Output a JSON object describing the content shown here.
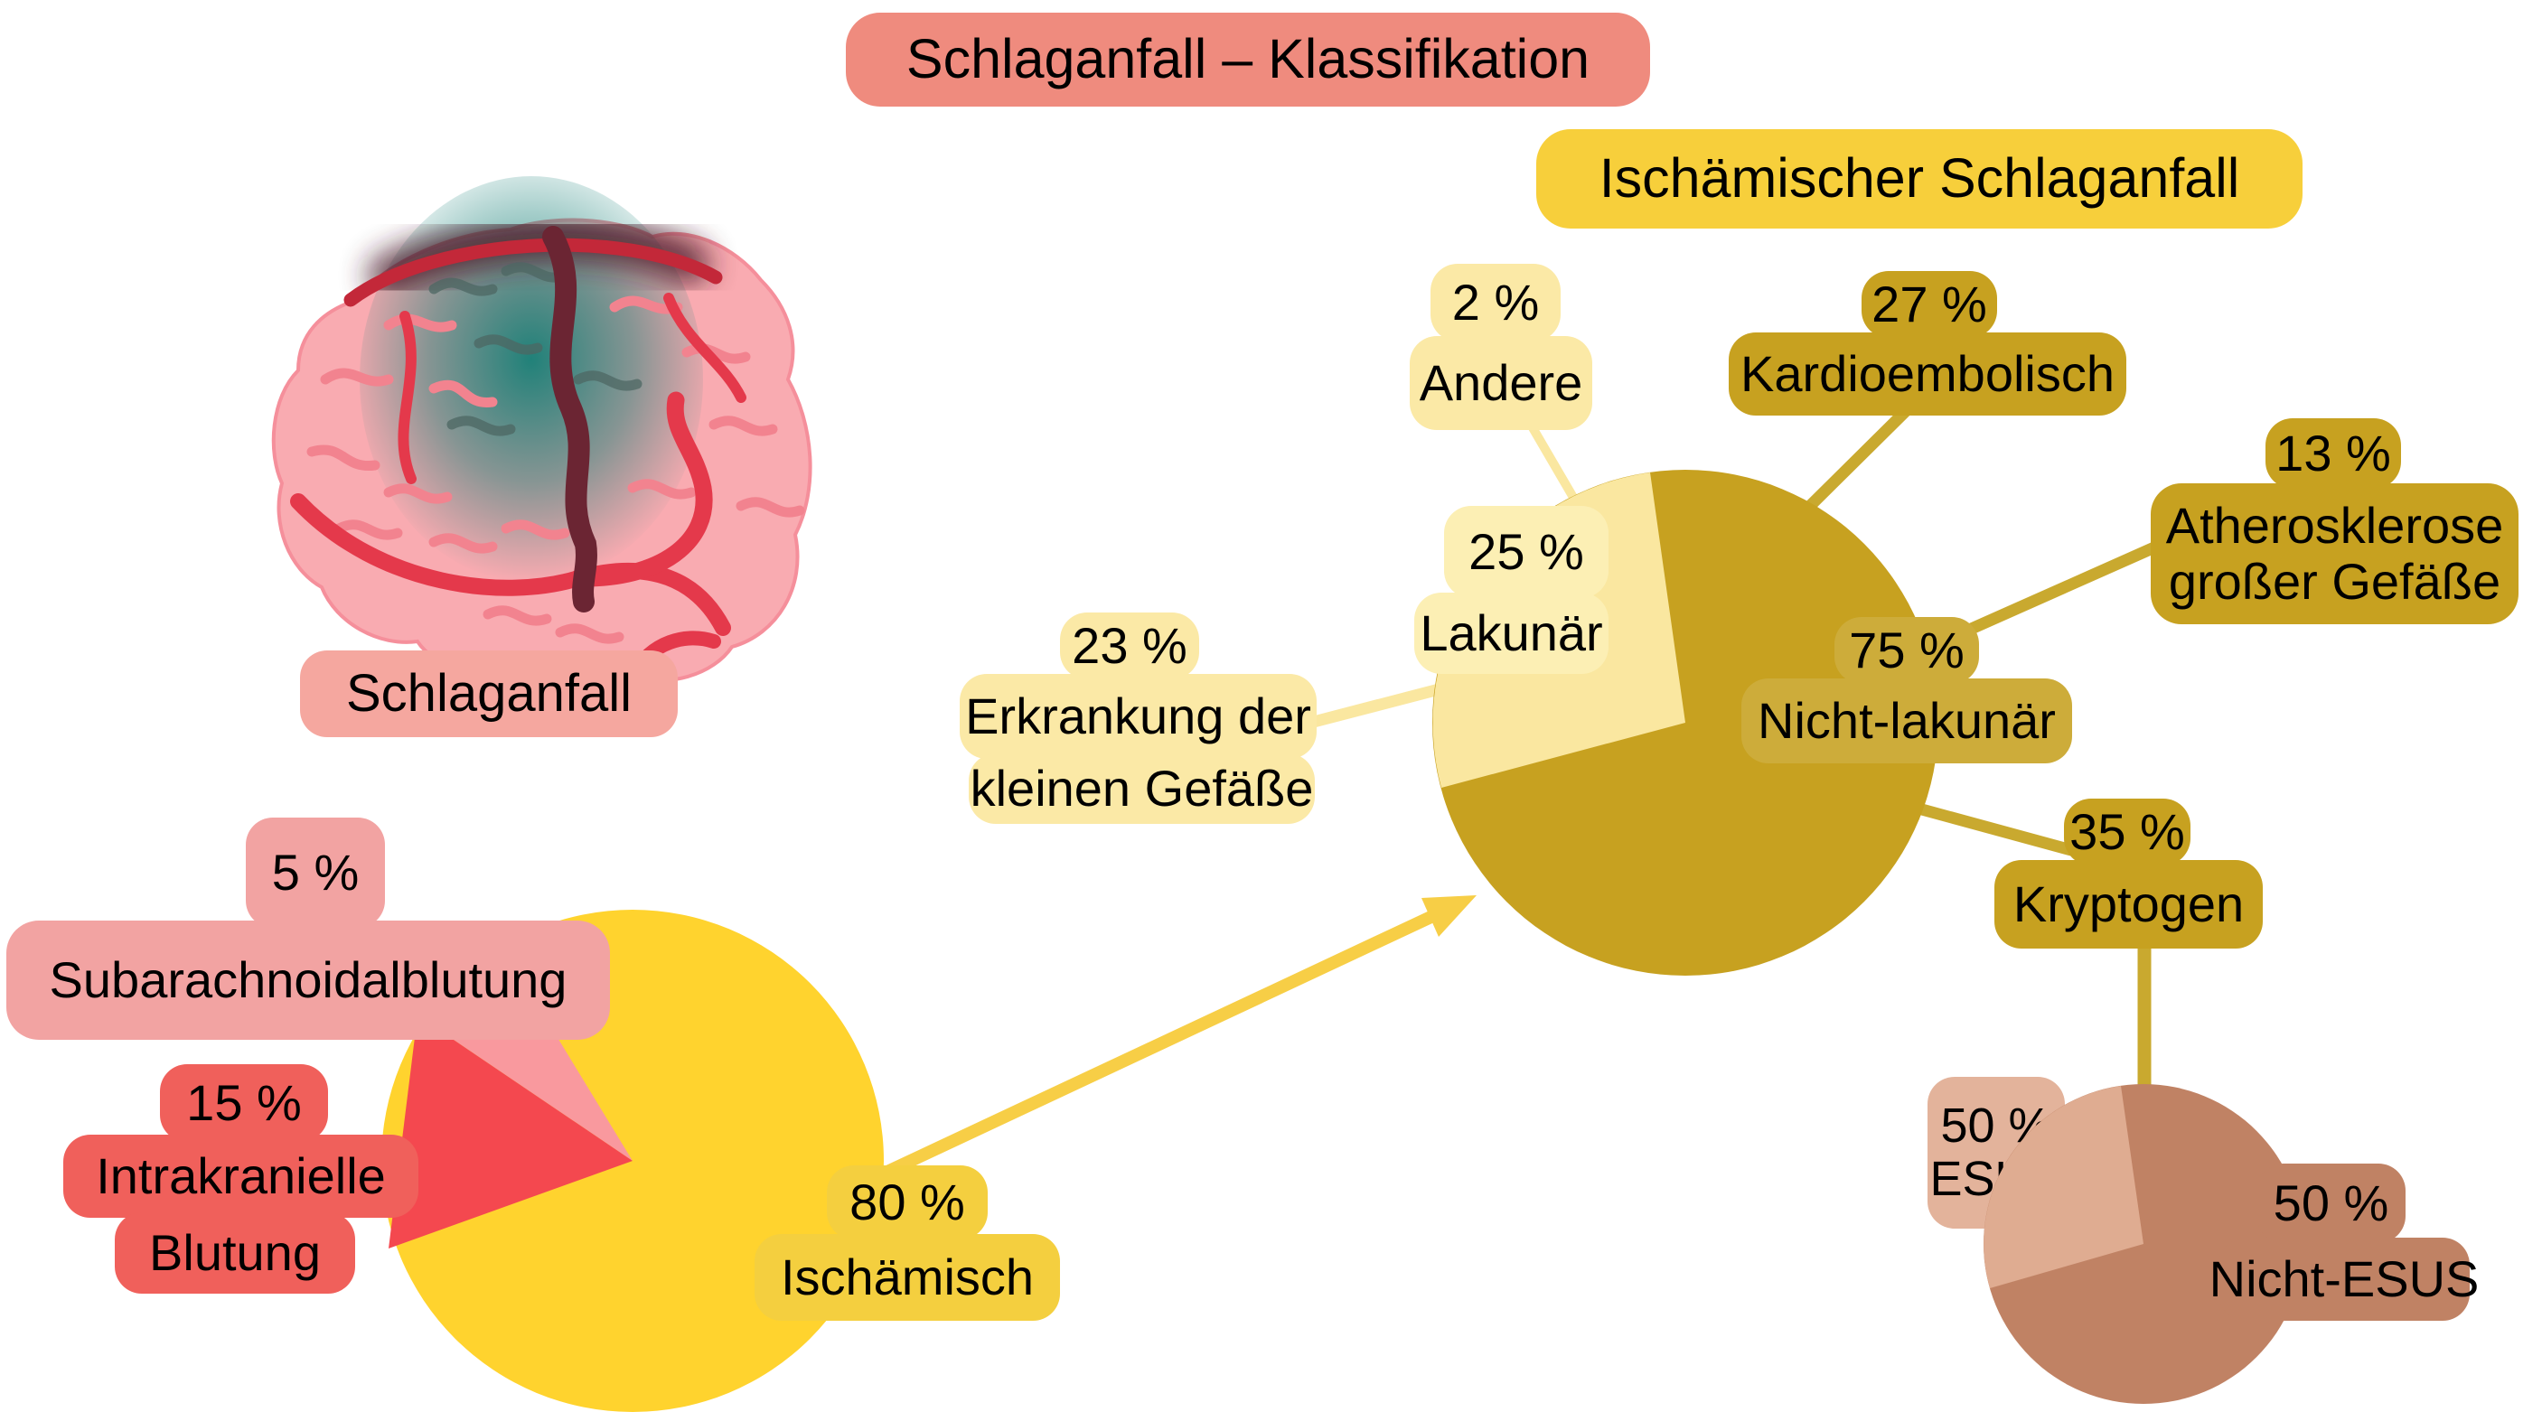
{
  "header": {
    "title": "Schlaganfall – Klassifikation",
    "subtitle": "Ischämischer Schlaganfall"
  },
  "brain": {
    "label": "Schlaganfall"
  },
  "stroke_pie": {
    "subarachnoid": {
      "pct": "5 %",
      "name": "Subarachnoidalblutung"
    },
    "intracranial": {
      "pct": "15 %",
      "line1": "Intrakranielle",
      "line2": "Blutung"
    },
    "ischemic": {
      "pct": "80 %",
      "name": "Ischämisch"
    }
  },
  "ischemic_pie": {
    "andere": {
      "pct": "2 %",
      "name": "Andere"
    },
    "kardioembolisch": {
      "pct": "27 %",
      "name": "Kardioembolisch"
    },
    "atherosklerose": {
      "pct": "13 %",
      "line1": "Atherosklerose",
      "line2": "großer Gefäße"
    },
    "lakunar": {
      "pct": "25 %",
      "name": "Lakunär"
    },
    "kleine_gefaesse": {
      "pct": "23 %",
      "line1": "Erkrankung der",
      "line2": "kleinen Gefäße"
    },
    "nicht_lakunar": {
      "pct": "75 %",
      "name": "Nicht-lakunär"
    },
    "kryptogen": {
      "pct": "35 %",
      "name": "Kryptogen"
    }
  },
  "esus_pie": {
    "esus": {
      "pct": "50 %",
      "name": "ESUS"
    },
    "nicht_esus": {
      "pct": "50 %",
      "name": "Nicht-ESUS"
    }
  },
  "colors": {
    "title_badge": "#EF8B7E",
    "subtitle_badge": "#F7CF3B",
    "brain_label_badge": "#F5A79F",
    "pink_badge": "#F2A3A2",
    "pink_wedge": "#F9999E",
    "red_badge": "#F0605B",
    "red_wedge": "#F4484F",
    "yellow_pie": "#FFD32E",
    "yellow_badge": "#F4CF3F",
    "arrow_yellow": "#F7CE46",
    "dark_gold": "#C7A120",
    "gold_overlay_badge": "#CDAC3A",
    "gold_connector": "#C9A92F",
    "cream_badge": "#FBE9A6",
    "cream_wedge": "#FAE7A0",
    "cream_overlay_badge": "#FCEFB4",
    "brown": "#C08264",
    "tan_wedge": "#DFAC91",
    "tan_badge": "#E3B39B"
  },
  "chart_data": [
    {
      "type": "pie",
      "title": "Schlaganfall – Klassifikation",
      "slices": [
        {
          "label": "Ischämisch",
          "value": 80,
          "color": "#FFD32E"
        },
        {
          "label": "Intrakranielle Blutung",
          "value": 15,
          "color": "#F4484F"
        },
        {
          "label": "Subarachnoidalblutung",
          "value": 5,
          "color": "#F9999E"
        }
      ],
      "legend_position": "callout-badges"
    },
    {
      "type": "pie",
      "title": "Ischämischer Schlaganfall",
      "slices": [
        {
          "label": "Nicht-lakunär",
          "value": 75,
          "color": "#C7A120"
        },
        {
          "label": "Lakunär",
          "value": 25,
          "color": "#FAE7A0"
        },
        {
          "label": "Andere",
          "value": 2,
          "color": "#FAE7A0"
        }
      ],
      "callouts": [
        {
          "label": "Kardioembolisch",
          "value": 27
        },
        {
          "label": "Atherosklerose großer Gefäße",
          "value": 13
        },
        {
          "label": "Erkrankung der kleinen Gefäße",
          "value": 23
        },
        {
          "label": "Kryptogen",
          "value": 35
        }
      ],
      "legend_position": "callout-badges"
    },
    {
      "type": "pie",
      "title": "Kryptogen",
      "slices": [
        {
          "label": "ESUS",
          "value": 50,
          "color": "#DFAC91"
        },
        {
          "label": "Nicht-ESUS",
          "value": 50,
          "color": "#C08264"
        }
      ],
      "legend_position": "callout-badges"
    }
  ]
}
